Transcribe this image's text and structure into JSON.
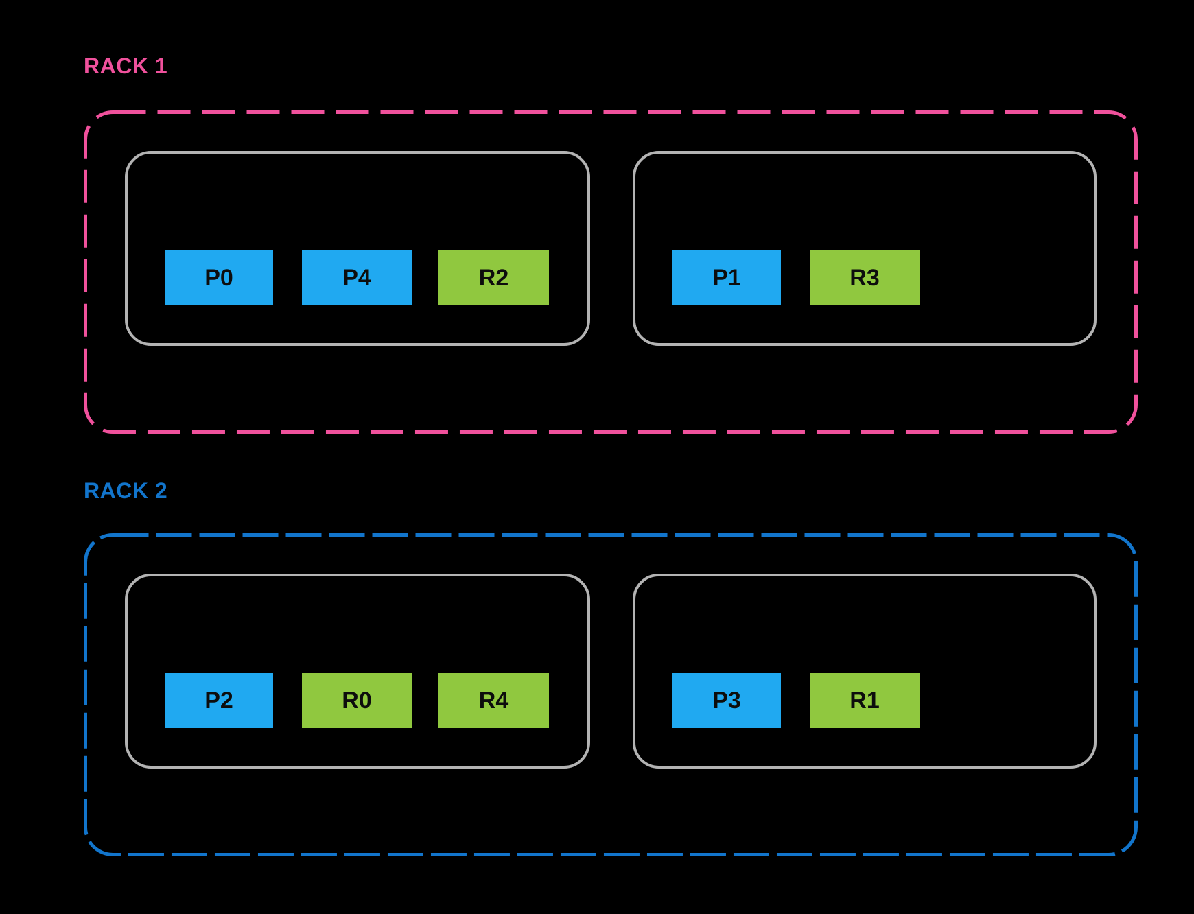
{
  "colors": {
    "bg": "#000000",
    "rack1": "#F0519C",
    "rack2": "#1275CC",
    "host_border": "#B3B3B3",
    "chip_blue": "#20A9F1",
    "chip_green": "#90C83F",
    "chip_text": "#0D0D0D"
  },
  "racks": [
    {
      "label": "RACK 1",
      "hosts": [
        {
          "chips": [
            {
              "label": "P0",
              "type": "primary"
            },
            {
              "label": "P4",
              "type": "primary"
            },
            {
              "label": "R2",
              "type": "replica"
            }
          ]
        },
        {
          "chips": [
            {
              "label": "P1",
              "type": "primary"
            },
            {
              "label": "R3",
              "type": "replica"
            }
          ]
        }
      ]
    },
    {
      "label": "RACK 2",
      "hosts": [
        {
          "chips": [
            {
              "label": "P2",
              "type": "primary"
            },
            {
              "label": "R0",
              "type": "replica"
            },
            {
              "label": "R4",
              "type": "replica"
            }
          ]
        },
        {
          "chips": [
            {
              "label": "P3",
              "type": "primary"
            },
            {
              "label": "R1",
              "type": "replica"
            }
          ]
        }
      ]
    }
  ]
}
